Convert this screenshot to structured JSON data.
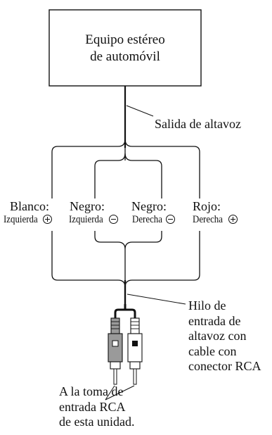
{
  "unit_box": {
    "line1": "Equipo estéreo",
    "line2": "de automóvil"
  },
  "speaker_output_label": "Salida de altavoz",
  "wires": [
    {
      "color": "Blanco:",
      "side": "Izquierda",
      "polarity": "plus"
    },
    {
      "color": "Negro:",
      "side": "Izquierda",
      "polarity": "minus"
    },
    {
      "color": "Negro:",
      "side": "Derecha",
      "polarity": "minus"
    },
    {
      "color": "Rojo:",
      "side": "Derecha",
      "polarity": "plus"
    }
  ],
  "rca_cable_label": [
    "Hilo de",
    "entrada de",
    "altavoz con",
    "cable con",
    "conector RCA"
  ],
  "rca_jack_label": [
    "A la toma de",
    "entrada RCA",
    "de esta unidad."
  ]
}
